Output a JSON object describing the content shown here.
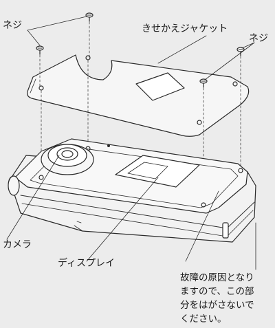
{
  "labels": {
    "screw_left": "ネジ",
    "jacket": "きせかえジャケット",
    "screw_right": "ネジ",
    "camera": "カメラ",
    "display": "ディスプレイ"
  },
  "note_lines": [
    "故障の原因となり",
    "ますので、この部",
    "分をはがさないで",
    "ください。"
  ],
  "colors": {
    "background": "#ececec",
    "line": "#2a2a2a",
    "face": "#f6f6f6"
  }
}
